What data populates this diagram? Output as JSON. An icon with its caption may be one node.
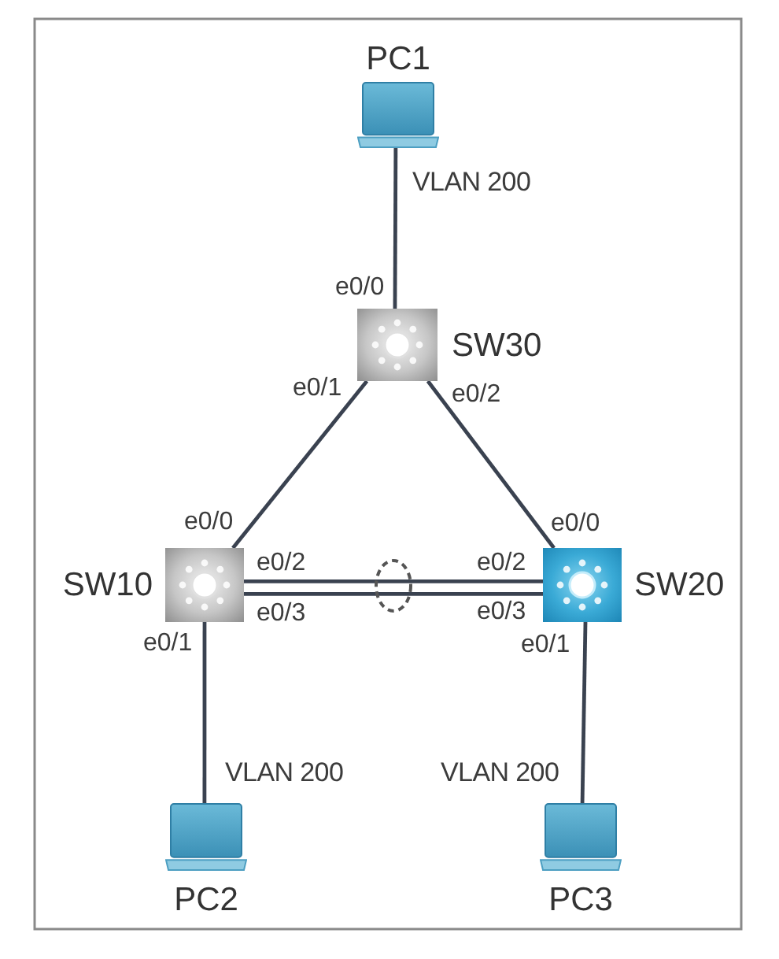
{
  "diagram": {
    "nodes": [
      {
        "text": [
          "PC1"
        ]
      },
      {
        "text": [
          "SW30"
        ]
      },
      {
        "text": [
          "SW10"
        ]
      },
      {
        "text": [
          "SW20"
        ]
      },
      {
        "text": [
          "PC2"
        ]
      },
      {
        "text": [
          "PC3"
        ]
      }
    ],
    "edges": [
      {
        "from": 0,
        "to": 1,
        "arrow": "none",
        "label": "VLAN 200"
      },
      {
        "from": 1,
        "to": 2,
        "arrow": "none"
      },
      {
        "from": 1,
        "to": 3,
        "arrow": "none"
      },
      {
        "from": 2,
        "to": 3,
        "arrow": "none"
      },
      {
        "from": 2,
        "to": 3,
        "arrow": "none"
      },
      {
        "from": 2,
        "to": 4,
        "arrow": "none",
        "label": "VLAN 200"
      },
      {
        "from": 3,
        "to": 5,
        "arrow": "none",
        "label": "VLAN 200"
      }
    ],
    "labels": [
      "e0/0",
      "e0/1",
      "e0/2",
      "e0/0",
      "e0/0",
      "e0/2",
      "e0/2",
      "e0/3",
      "e0/3",
      "e0/1",
      "e0/1"
    ]
  }
}
